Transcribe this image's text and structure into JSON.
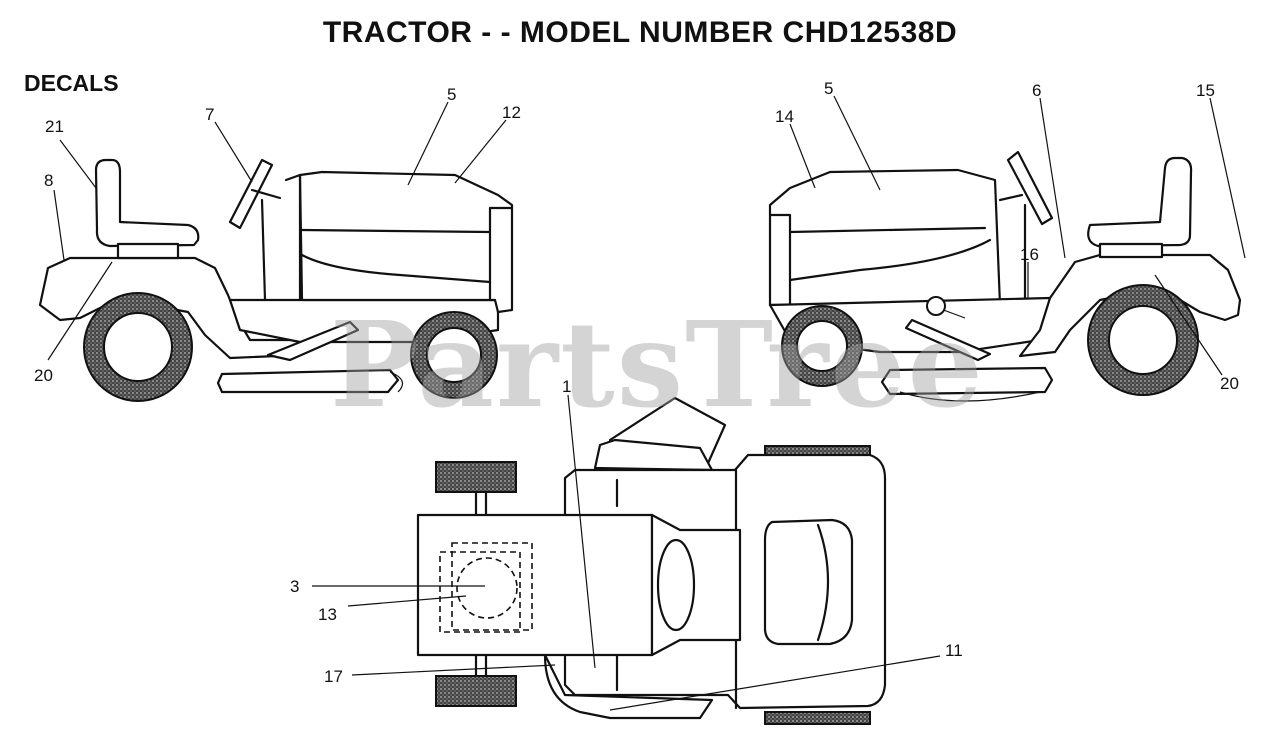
{
  "title": "TRACTOR - - MODEL NUMBER CHD12538D",
  "section": "DECALS",
  "watermark": "PartsTree",
  "callouts": {
    "left": [
      "21",
      "8",
      "7",
      "5",
      "12",
      "20"
    ],
    "right": [
      "14",
      "5",
      "6",
      "15",
      "16",
      "20"
    ],
    "top": [
      "1",
      "3",
      "13",
      "17",
      "11"
    ]
  }
}
